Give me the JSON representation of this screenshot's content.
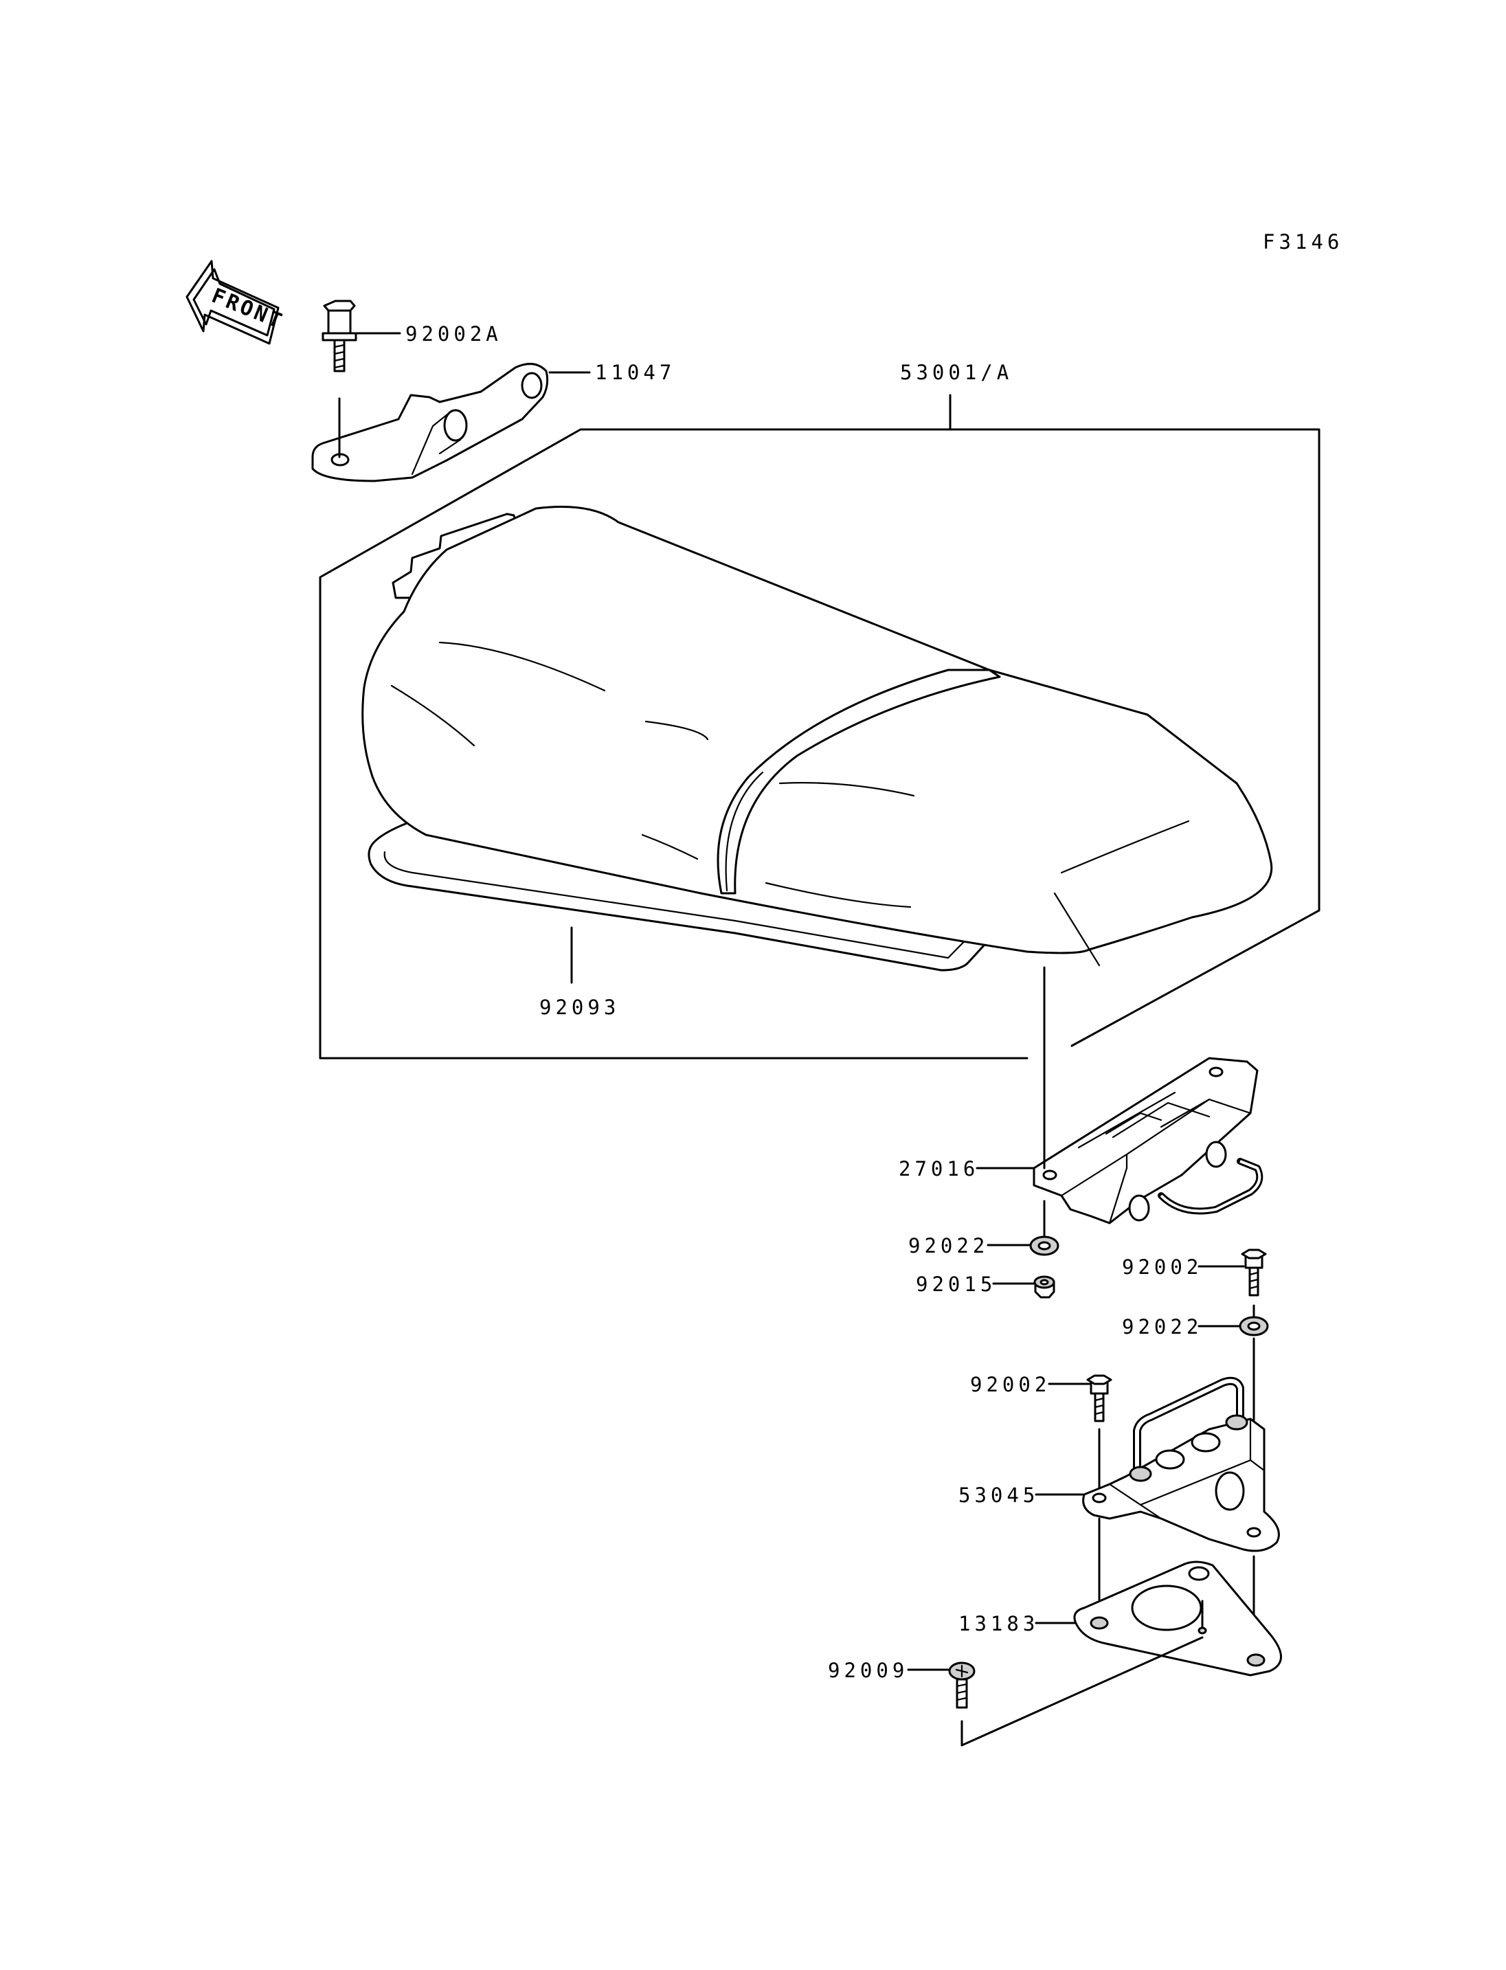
{
  "diagram_code": "F3146",
  "front_label": "FRONT",
  "colors": {
    "ink": "#000000",
    "paper": "#ffffff"
  },
  "parts": [
    {
      "id": "p92002A",
      "number": "92002A"
    },
    {
      "id": "p11047",
      "number": "11047"
    },
    {
      "id": "p53001A",
      "number": "53001/A"
    },
    {
      "id": "p92093",
      "number": "92093"
    },
    {
      "id": "p27016",
      "number": "27016"
    },
    {
      "id": "p92022a",
      "number": "92022"
    },
    {
      "id": "p92015",
      "number": "92015"
    },
    {
      "id": "p92002a",
      "number": "92002"
    },
    {
      "id": "p92022b",
      "number": "92022"
    },
    {
      "id": "p92002b",
      "number": "92002"
    },
    {
      "id": "p53045",
      "number": "53045"
    },
    {
      "id": "p13183",
      "number": "13183"
    },
    {
      "id": "p92009",
      "number": "92009"
    }
  ]
}
